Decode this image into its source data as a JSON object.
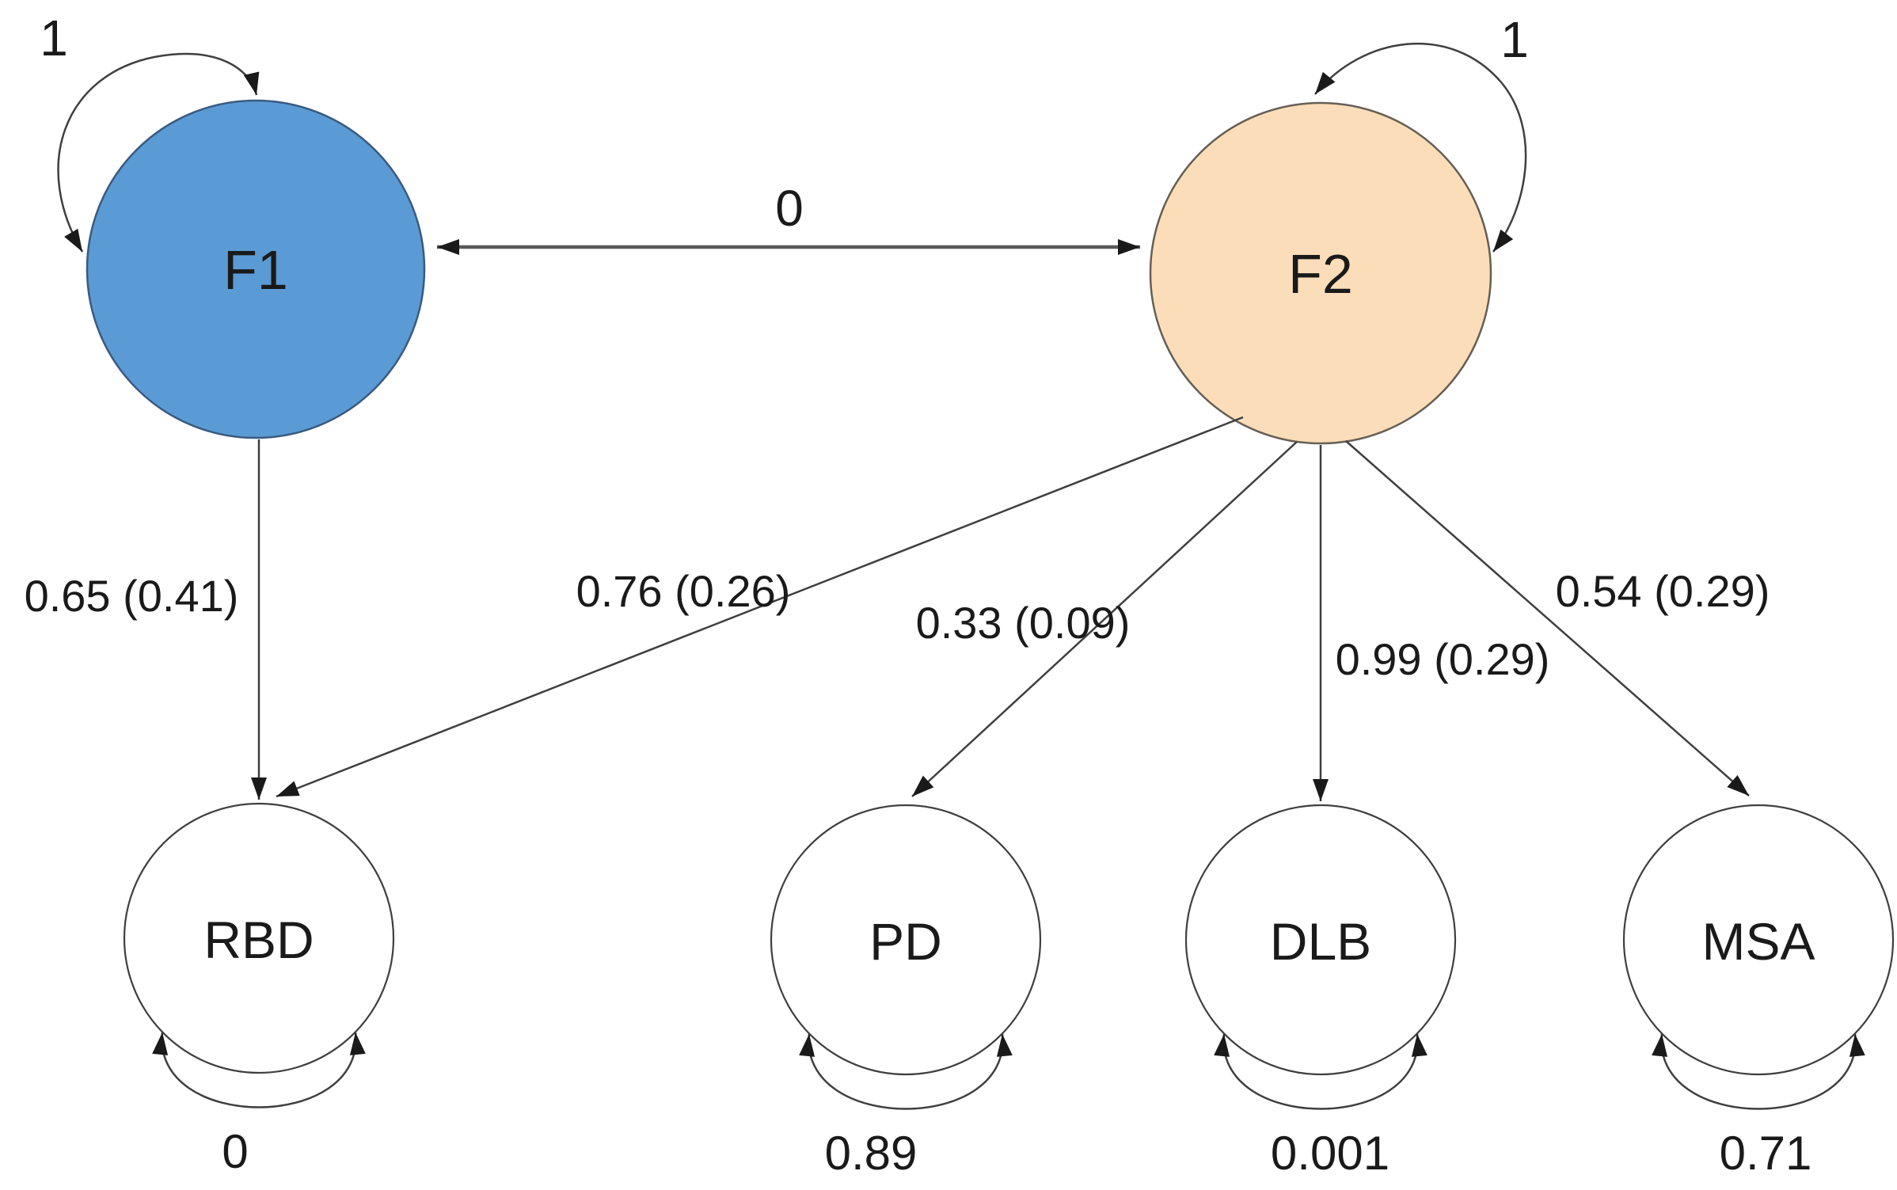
{
  "diagram_type": "sem-path-diagram",
  "factors": [
    {
      "id": "F1",
      "label": "F1",
      "variance": "1"
    },
    {
      "id": "F2",
      "label": "F2",
      "variance": "1"
    }
  ],
  "factor_covariance": {
    "between": [
      "F1",
      "F2"
    ],
    "label": "0"
  },
  "indicators": [
    {
      "id": "RBD",
      "label": "RBD",
      "residual": "0"
    },
    {
      "id": "PD",
      "label": "PD",
      "residual": "0.89"
    },
    {
      "id": "DLB",
      "label": "DLB",
      "residual": "0.001"
    },
    {
      "id": "MSA",
      "label": "MSA",
      "residual": "0.71"
    }
  ],
  "loadings": [
    {
      "from": "F1",
      "to": "RBD",
      "label": "0.65 (0.41)"
    },
    {
      "from": "F2",
      "to": "RBD",
      "label": "0.76 (0.26)"
    },
    {
      "from": "F2",
      "to": "PD",
      "label": "0.33 (0.09)"
    },
    {
      "from": "F2",
      "to": "DLB",
      "label": "0.99 (0.29)"
    },
    {
      "from": "F2",
      "to": "MSA",
      "label": "0.54 (0.29)"
    }
  ],
  "colors": {
    "f1_fill": "#5b9bd5",
    "f1_stroke": "#3a5a80",
    "f2_fill": "#fbdeb9",
    "f2_stroke": "#665f55",
    "indicator_fill": "#ffffff",
    "indicator_stroke": "#3f3f3f",
    "edge": "#3f3f3f",
    "covariance_edge": "#595959",
    "arrowhead": "#1a1a1a",
    "text": "#1a1a1a",
    "background": "#ffffff"
  }
}
